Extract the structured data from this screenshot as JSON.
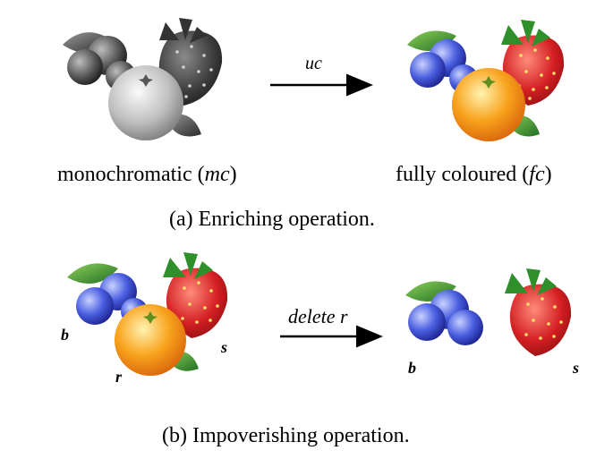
{
  "panel_a": {
    "arrow_label": "uc",
    "left_label_prefix": "monochromatic (",
    "left_label_abbr": "mc",
    "left_label_suffix": ")",
    "right_label_prefix": "fully coloured (",
    "right_label_abbr": "fc",
    "right_label_suffix": ")",
    "caption": "(a) Enriching operation."
  },
  "panel_b": {
    "arrow_label": "delete r",
    "left_tags": {
      "blueberry": "b",
      "orange": "r",
      "strawberry": "s"
    },
    "right_tags": {
      "blueberry": "b",
      "strawberry": "s"
    },
    "caption": "(b) Impoverishing operation."
  },
  "colors": {
    "blueberry": "#3a4fd0",
    "orange": "#f28a12",
    "strawberry": "#d11f24",
    "leaf": "#2e8a2e"
  },
  "icons": [
    "blueberry-icon",
    "orange-icon",
    "strawberry-icon",
    "leaf-icon",
    "arrow-icon"
  ]
}
